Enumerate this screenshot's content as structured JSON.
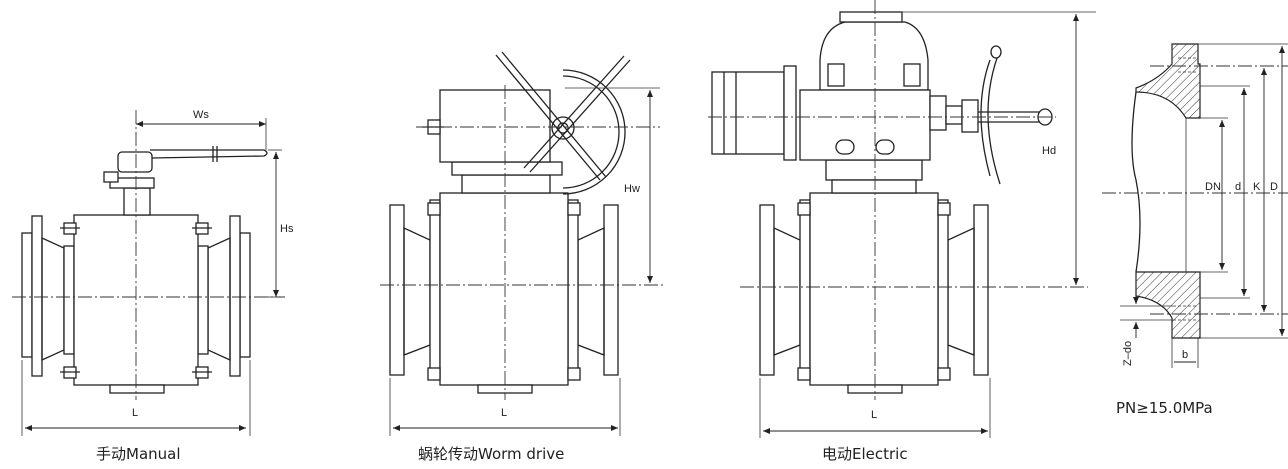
{
  "figures": {
    "manual": {
      "caption": "手动Manual",
      "dim_width": "Ws",
      "dim_height": "Hs",
      "dim_length": "L"
    },
    "worm": {
      "caption": "蜗轮传动Worm drive",
      "dim_height": "Hw",
      "dim_length": "L"
    },
    "electric": {
      "caption": "电动Electric",
      "dim_height": "Hd",
      "dim_length": "L"
    },
    "flange": {
      "caption": "PN≥15.0MPa",
      "labels": {
        "dn": "DN",
        "d": "d",
        "k": "K",
        "D": "D",
        "b": "b",
        "zdo": "Z–do"
      }
    }
  }
}
